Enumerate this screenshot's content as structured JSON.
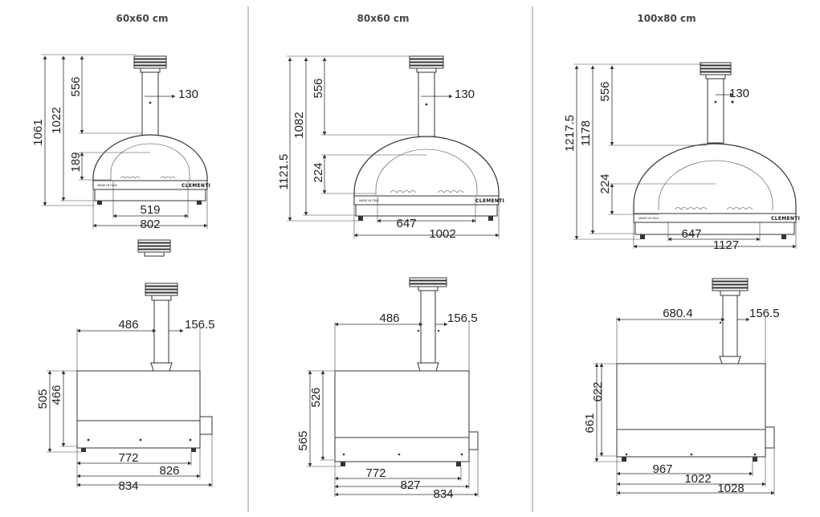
{
  "models": [
    {
      "label": "60x60 cm",
      "front": {
        "chimney_height": "556",
        "flue": "130",
        "height_a": "1061",
        "height_b": "1022",
        "mouth_height": "189",
        "mouth_width": "519",
        "width": "802"
      },
      "side": {
        "chimney_offset": "486",
        "flue_depth": "156.5",
        "height_a": "505",
        "height_b": "466",
        "depth_a": "772",
        "depth_b": "826",
        "depth_c": "834"
      }
    },
    {
      "label": "80x60 cm",
      "front": {
        "chimney_height": "556",
        "flue": "130",
        "height_a": "1121.5",
        "height_b": "1082",
        "mouth_height": "224",
        "mouth_width": "647",
        "width": "1002"
      },
      "side": {
        "chimney_offset": "486",
        "flue_depth": "156.5",
        "height_a": "565",
        "height_b": "526",
        "depth_a": "772",
        "depth_b": "827",
        "depth_c": "834"
      }
    },
    {
      "label": "100x80 cm",
      "front": {
        "chimney_height": "556",
        "flue": "130",
        "height_a": "1217.5",
        "height_b": "1178",
        "mouth_height": "224",
        "mouth_width": "647",
        "width": "1127"
      },
      "side": {
        "chimney_offset": "680.4",
        "flue_depth": "156.5",
        "height_a": "661",
        "height_b": "622",
        "depth_a": "967",
        "depth_b": "1022",
        "depth_c": "1028"
      }
    }
  ],
  "brand": {
    "name": "CLEMENTI",
    "plate": "MADE IN ITALY"
  },
  "colors": {
    "line": "#333333",
    "separator": "#b0b0b0",
    "header": "#444444"
  }
}
